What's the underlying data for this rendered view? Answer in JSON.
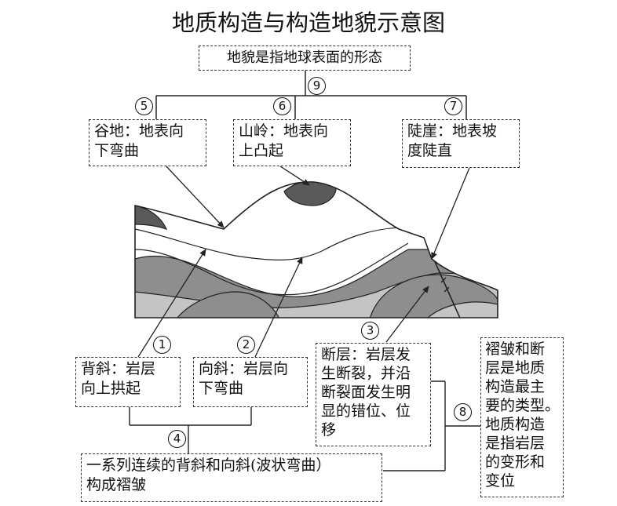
{
  "title": "地质构造与构造地貌示意图",
  "landform_def": "地貌是指地球表面的形态",
  "nums": {
    "n1": "1",
    "n2": "2",
    "n3": "3",
    "n4": "4",
    "n5": "5",
    "n6": "6",
    "n7": "7",
    "n8": "8",
    "n9": "9"
  },
  "valley": {
    "line1": "谷地：地表向",
    "line2": "下弯曲"
  },
  "ridge": {
    "line1": "山岭：地表向",
    "line2": "上凸起"
  },
  "cliff": {
    "line1": "陡崖：地表坡",
    "line2": "度陡直"
  },
  "anticline": {
    "line1": "背斜：岩层",
    "line2": "向上拱起"
  },
  "syncline": {
    "line1": "向斜：岩层向",
    "line2": "下弯曲"
  },
  "fault": {
    "line1": "断层：岩层发",
    "line2": "生断裂，并沿",
    "line3": "断裂面发生明",
    "line4": "显的错位、位",
    "line5": "移"
  },
  "fold": {
    "line1": "一系列连续的背斜和向斜(波状弯曲）",
    "line2": "构成褶皱"
  },
  "summary": {
    "line1": "褶皱和断",
    "line2": "层是地质",
    "line3": "构造最主",
    "line4": "要的类型。",
    "line5": "地质构造",
    "line6": "是指岩层",
    "line7": "的变形和",
    "line8": "变位"
  },
  "colors": {
    "dark": "#5a5a5a",
    "mid": "#8e8e8e",
    "light": "#c4c4c4",
    "white": "#ffffff",
    "line": "#222222"
  }
}
